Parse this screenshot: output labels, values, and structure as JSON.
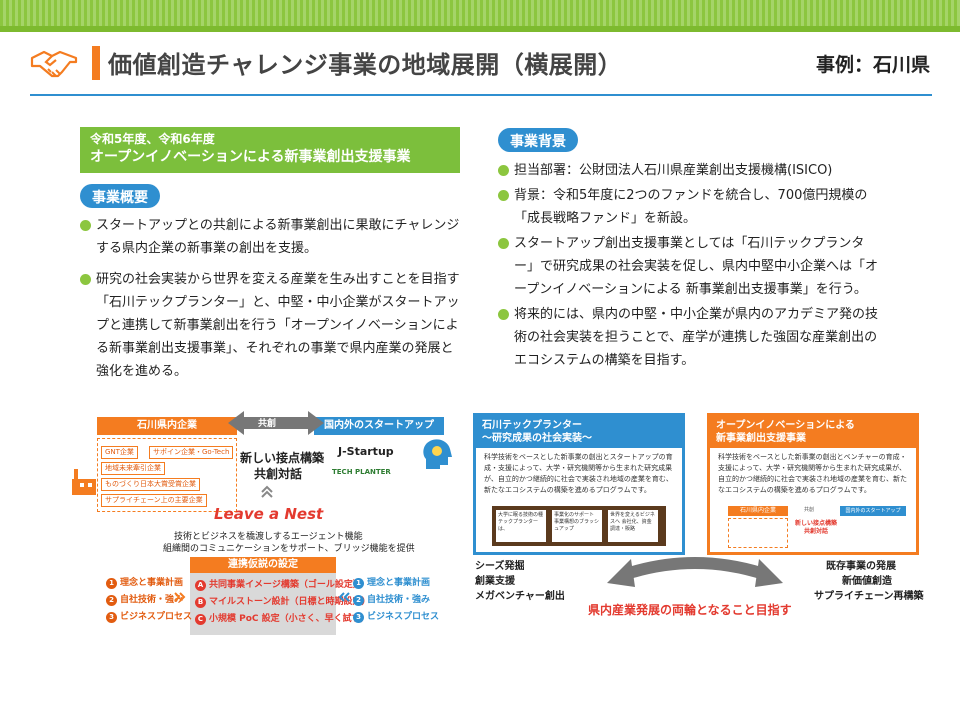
{
  "header": {
    "title": "価値創造チャレンジ事業の地域展開（横展開）",
    "case_label": "事例：石川県"
  },
  "left": {
    "years": "令和5年度、令和6年度",
    "program_title": "オープンイノベーションによる新事業創出支援事業",
    "overview_label": "事業概要",
    "bullets": [
      "スタートアップとの共創による新事業創出に果敢にチャレンジする県内企業の新事業の創出を支援。",
      "研究の社会実装から世界を変える産業を生み出すことを目指す「石川テックプランター」と、中堅・中小企業がスタートアップと連携して新事業創出を行う「オープンイノベーションによる新事業創出支援事業」、それぞれの事業で県内産業の発展と強化を進める。"
    ]
  },
  "right": {
    "background_label": "事業背景",
    "bullets": [
      "担当部署：公財団法人石川県産業創出支援機構(ISICO)",
      "背景：令和5年度に2つのファンドを統合し、700億円規模の「成長戦略ファンド」を新設。",
      "スタートアップ創出支援事業としては「石川テックプランター」で研究成果の社会実装を促し、県内中堅中小企業へは「オープンイノベーションによる 新事業創出支援事業」を行う。",
      "将来的には、県内の中堅・中小企業が県内のアカデミア発の技術の社会実装を担うことで、産学が連携した強固な産業創出のエコシステムの構築を目指す。"
    ]
  },
  "diagram": {
    "local_companies": "石川県内企業",
    "startups": "国内外のスタートアップ",
    "cocreation": "共創",
    "chips": [
      "GNT企業",
      "サポイン企業・Go-Tech",
      "地域未来牽引企業",
      "ものづくり日本大賞受賞企業",
      "サプライチェーン上の主要企業"
    ],
    "new_contact_line1": "新しい接点構築",
    "new_contact_line2": "共創対話",
    "jstartup": "J-Startup",
    "techplanter": "TECH PLANTER",
    "leave_a_nest": "Leave a Nest",
    "agent_desc_1": "技術とビジネスを橋渡しするエージェント機能",
    "agent_desc_2": "組織間のコミュニケーションをサポート、ブリッジ機能を提供",
    "hypothesis_label": "連携仮説の設定",
    "left_items": [
      "理念と事業計画",
      "自社技術・強み",
      "ビジネスプロセス"
    ],
    "center_items": [
      "共同事業イメージ構築（ゴール設定）",
      "マイルストーン設計（日標と時期設定）",
      "小規模 PoC 設定（小さく、早く試す）"
    ],
    "right_items": [
      "理念と事業計画",
      "自社技術・強み",
      "ビジネスプロセス"
    ],
    "left_nums": [
      "1",
      "2",
      "3"
    ],
    "center_nums": [
      "A",
      "B",
      "C"
    ]
  },
  "panels": {
    "tech": {
      "title_1": "石川テックプランター",
      "title_2": "〜研究成果の社会実装〜",
      "text": "科学技術をベースとした新事業の創出とスタートアップの育成・支援によって、大学・研究機関等から生まれた研究成果が、自立的かつ継続的に社会で実装され地域の産業を育む、新たなエコシステムの構築を進めるプログラムです。",
      "mini": [
        "大学に眠る技術の種 テックプランターは、",
        "事業化のサポート 事業構想のブラッシュアップ",
        "世界を変えるビジネスへ 会社化、資金調達・販路"
      ],
      "caption": [
        "シーズ発掘",
        "創業支援",
        "メガベンチャー創出"
      ]
    },
    "open": {
      "title_1": "オープンイノベーションによる",
      "title_2": "新事業創出支援事業",
      "text": "科学技術をベースとした新事業の創出とベンチャーの育成・支援によって、大学・研究機関等から生まれた研究成果が、自立的かつ継続的に社会で実装され地域の産業を育む、新たなエコシステムの構築を進めるプログラムです。",
      "mini_left": "石川県内企業",
      "mini_right": "国内外のスタートアップ",
      "mini_center": "新しい接点構築 共創対話",
      "mini_cocreation": "共創",
      "caption": [
        "既存事業の発展",
        "新価値創造",
        "サプライチェーン再構築"
      ]
    },
    "goal": "県内産業発展の両輪となること目指す"
  },
  "colors": {
    "green": "#7cbf3c",
    "blue": "#2f8fd0",
    "orange": "#f47c20",
    "red": "#e33a2f"
  }
}
